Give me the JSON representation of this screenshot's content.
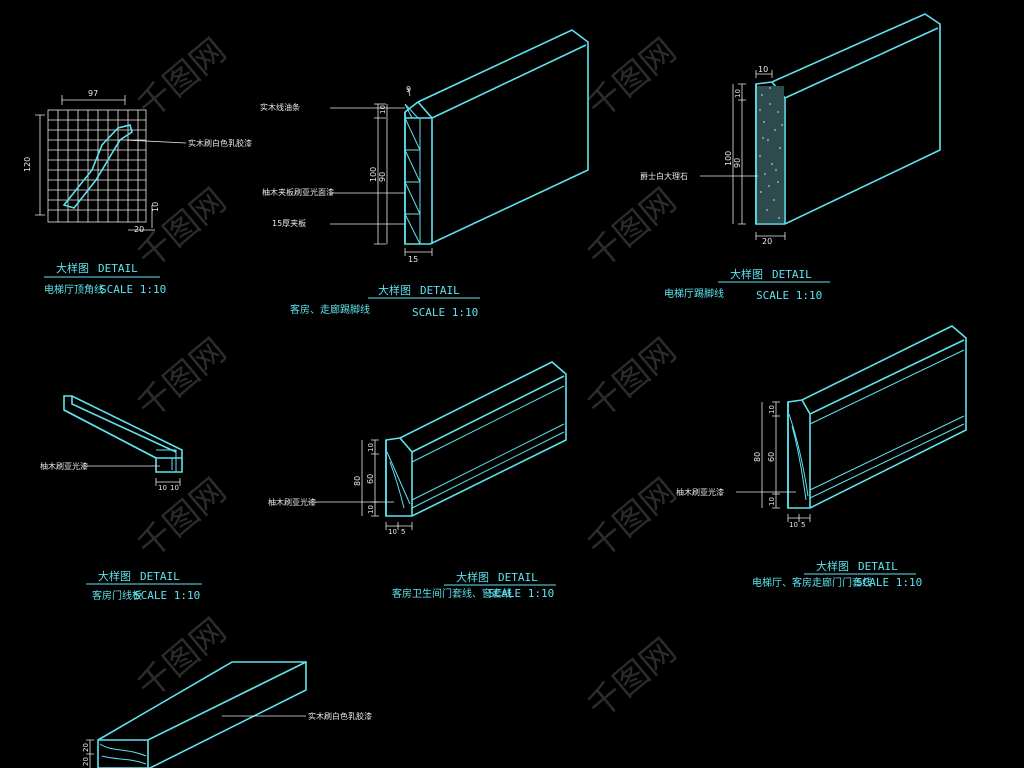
{
  "watermark": "千图网",
  "details": [
    {
      "title_cn": "大样图",
      "title_en": "DETAIL",
      "subtitle": "电梯厅顶角线",
      "scale": "SCALE 1:10",
      "dims": [
        "97",
        "120",
        "10",
        "20"
      ],
      "callouts": [
        "实木刷白色乳胶漆"
      ]
    },
    {
      "title_cn": "大样图",
      "title_en": "DETAIL",
      "subtitle": "客房、走廊踢脚线",
      "scale": "SCALE 1:10",
      "dims": [
        "9",
        "10",
        "90",
        "100",
        "15"
      ],
      "callouts": [
        "实木线油条",
        "柚木夹板刷亚光面漆",
        "15厚夹板"
      ]
    },
    {
      "title_cn": "大样图",
      "title_en": "DETAIL",
      "subtitle": "电梯厅踢脚线",
      "scale": "SCALE 1:10",
      "dims": [
        "10",
        "10",
        "90",
        "100",
        "20"
      ],
      "callouts": [
        "爵士白大理石"
      ]
    },
    {
      "title_cn": "大样图",
      "title_en": "DETAIL",
      "subtitle": "客房门线板",
      "scale": "SCALE 1:10",
      "dims": [
        "10",
        "10"
      ],
      "callouts": [
        "柚木刷亚光漆"
      ]
    },
    {
      "title_cn": "大样图",
      "title_en": "DETAIL",
      "subtitle": "客房卫生间门套线、窗套线",
      "scale": "SCALE 1:10",
      "dims": [
        "10",
        "60",
        "10",
        "80",
        "10",
        "5"
      ],
      "callouts": [
        "柚木刷亚光漆"
      ]
    },
    {
      "title_cn": "大样图",
      "title_en": "DETAIL",
      "subtitle": "电梯厅、客房走廊门门套线",
      "scale": "SCALE 1:10",
      "dims": [
        "10",
        "60",
        "10",
        "80",
        "10",
        "5"
      ],
      "callouts": [
        "柚木刷亚光漆"
      ]
    },
    {
      "callouts": [
        "实木刷白色乳胶漆"
      ],
      "dims": [
        "20",
        "20"
      ]
    }
  ]
}
